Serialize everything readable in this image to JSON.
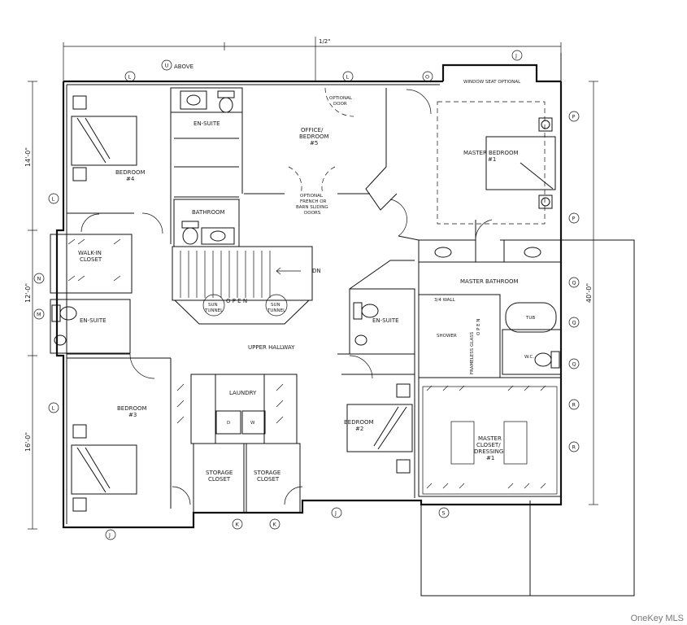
{
  "header": {
    "above_label": "ABOVE",
    "half_inch": "1/2\""
  },
  "rooms": {
    "en_suite_top": "EN-SUITE",
    "office_line1": "OFFICE/",
    "office_line2": "BEDROOM",
    "office_line3": "#5",
    "optional_door_1": "OPTIONAL",
    "optional_door_2": "DOOR",
    "optional_french_1": "OPTIONAL",
    "optional_french_2": "FRENCH OR",
    "optional_french_3": "BARN SLIDING",
    "optional_french_4": "DOORS",
    "window_seat": "WINDOW SEAT OPTIONAL",
    "master_bedroom_1": "MASTER BEDROOM",
    "master_bedroom_2": "#1",
    "bedroom4_1": "BEDROOM",
    "bedroom4_2": "#4",
    "bathroom": "BATHROOM",
    "walkin_1": "WALK-IN",
    "walkin_2": "CLOSET",
    "dn": "DN",
    "open": "O P E N",
    "sun_tunnel_a1": "SUN",
    "sun_tunnel_a2": "TUNNEL",
    "sun_tunnel_b1": "SUN",
    "sun_tunnel_b2": "TUNNEL",
    "en_suite_left": "EN-SUITE",
    "en_suite_mid": "EN-SUITE",
    "master_bathroom": "MASTER BATHROOM",
    "wall_34": "3/4 WALL",
    "shower": "SHOWER",
    "frameless": "FRAMELESS GLASS",
    "open_vert": "O P E N",
    "tub": "TUB",
    "wc": "W.C.",
    "upper_hallway": "UPPER HALLWAY",
    "laundry": "LAUNDRY",
    "dryer": "D",
    "washer": "W",
    "bedroom3_1": "BEDROOM",
    "bedroom3_2": "#3",
    "bedroom2_1": "BEDROOM",
    "bedroom2_2": "#2",
    "master_closet_1": "MASTER",
    "master_closet_2": "CLOSET/",
    "master_closet_3": "DRESSING",
    "master_closet_4": "#1",
    "storage_a1": "STORAGE",
    "storage_a2": "CLOSET",
    "storage_b1": "STORAGE",
    "storage_b2": "CLOSET"
  },
  "dimensions": {
    "left_top": "14'-0\"",
    "left_mid": "12'-0\"",
    "left_bot": "16'-0\"",
    "right": "40'-0\""
  },
  "tags": {
    "U": "U",
    "L": "L",
    "O": "O",
    "J": "J",
    "P": "P",
    "N": "N",
    "M": "M",
    "Q": "Q",
    "R": "R",
    "S": "S",
    "K": "K"
  },
  "watermark": "OneKey MLS"
}
